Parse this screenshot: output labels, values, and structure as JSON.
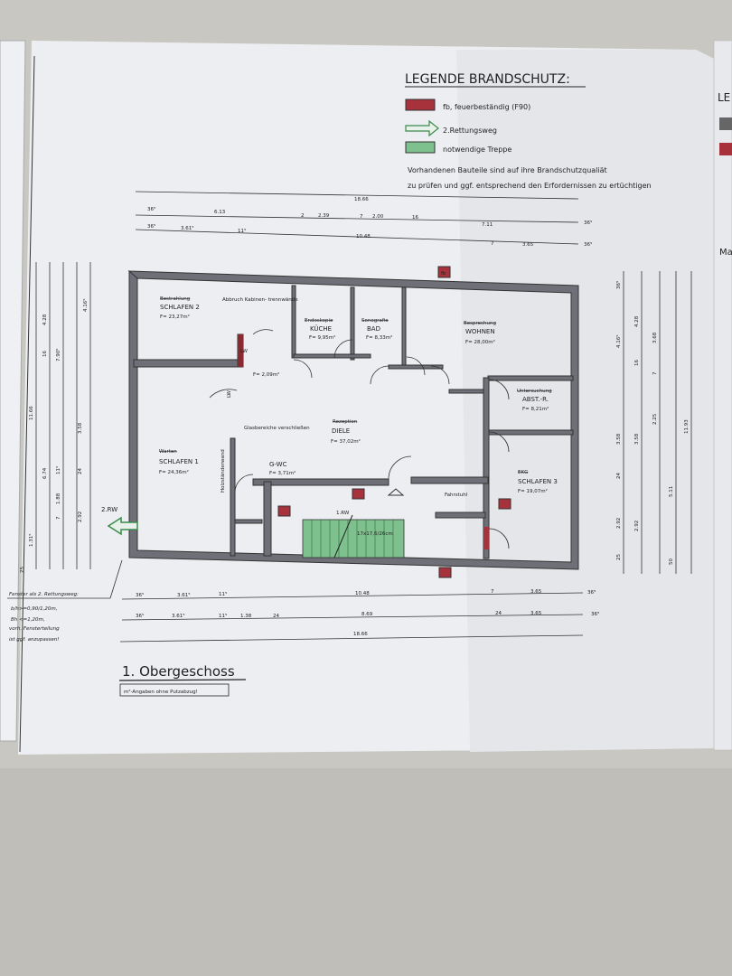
{
  "legend": {
    "title": "LEGENDE BRANDSCHUTZ:",
    "items": [
      {
        "symbol": "fb",
        "label": "fb, feuerbeständig (F90)",
        "color": "#a8323c"
      },
      {
        "symbol": "arrow",
        "label": "2.Rettungsweg",
        "color": "#3a8a4a"
      },
      {
        "symbol": "stair",
        "label": "notwendige Treppe",
        "color": "#7fc18e"
      }
    ],
    "note_line1": "Vorhandenen Bauteile sind auf ihre Brandschutzqualiät",
    "note_line2": "zu prüfen und ggf. entsprechend den Erfordernissen zu ertüchtigen"
  },
  "rooms": [
    {
      "old": "Bestrahlung",
      "name": "SCHLAFEN 2",
      "area": "F= 23,27m²"
    },
    {
      "old": "Endoskopie",
      "name": "KÜCHE",
      "area": "F= 9,95m²"
    },
    {
      "old": "Sonografie",
      "name": "BAD",
      "area": "F= 8,33m²"
    },
    {
      "old": "Besprechung",
      "name": "WOHNEN",
      "area": "F= 28,00m²"
    },
    {
      "old": "Untersuchung",
      "name": "ABST.-R.",
      "area": "F= 8,21m²"
    },
    {
      "old": "Rezeption",
      "name": "DIELE",
      "area": "F= 37,02m²"
    },
    {
      "old": "Warten",
      "name": "SCHLAFEN 1",
      "area": "F= 24,36m²"
    },
    {
      "old": "",
      "name": "G-WC",
      "area": "F= 3,71m²"
    },
    {
      "old": "EKG",
      "name": "SCHLAFEN 3",
      "area": "F= 19,07m²"
    }
  ],
  "annotations": {
    "abbruch": "Abbruch Kabinen- trennwände",
    "lw1": "LW",
    "lw2": "LW",
    "flur_area": "F= 2,09m²",
    "glas": "Glasbereiche verschließen",
    "holzstaender": "Holzständerwand",
    "aufzug": "Fahrstuhl",
    "rw1": "1.RW",
    "treppe": "17x17,6/26cm",
    "rw2": "2.RW",
    "fb": "fb"
  },
  "window_note": {
    "line1": "Fenster als 2. Rettungsweg:",
    "line2": "b/h>=0,90/1,20m,",
    "line3": "Bh <=1,20m,",
    "line4": "vorh. Fensterteilung",
    "line5": "ist ggf. anzupassen!"
  },
  "dimensions": {
    "top_total": "18.66",
    "top_row1": [
      "36⁵",
      "6.13",
      "2",
      "2.39",
      "7",
      "2.00",
      "16",
      "7.11",
      "36⁵"
    ],
    "top_row2": [
      "36⁵",
      "3.61⁵",
      "11⁵",
      "10.48",
      "7",
      "3.65",
      "36⁵"
    ],
    "bottom_row1": [
      "36⁵",
      "3.61⁵",
      "11⁵",
      "10.48",
      "7",
      "3.65",
      "36⁵"
    ],
    "bottom_row2": [
      "36⁵",
      "3.61⁵",
      "11⁵",
      "1.38",
      "24",
      "8.69",
      "24",
      "3.65",
      "36⁵"
    ],
    "bottom_total": "18.66",
    "left": [
      "11.66",
      "6.74",
      "4.28",
      "16",
      "1.31⁵",
      "7",
      "1.88",
      "11⁵",
      "7.90⁵",
      "3.58",
      "24",
      "2.92",
      "4.16⁵",
      "25"
    ],
    "right": [
      "36⁵",
      "4.16⁵",
      "3.58",
      "24",
      "2.92",
      "25",
      "4.28",
      "16",
      "3.58",
      "2.92",
      "3.68",
      "7",
      "2.25",
      "5.11",
      "11.93",
      "50"
    ]
  },
  "title": {
    "floor": "1. Obergeschoss",
    "note": "m²-Angaben ohne Putzabzug!"
  },
  "side_sheet": {
    "title_fragment": "LE",
    "fragment2": "Ma"
  }
}
